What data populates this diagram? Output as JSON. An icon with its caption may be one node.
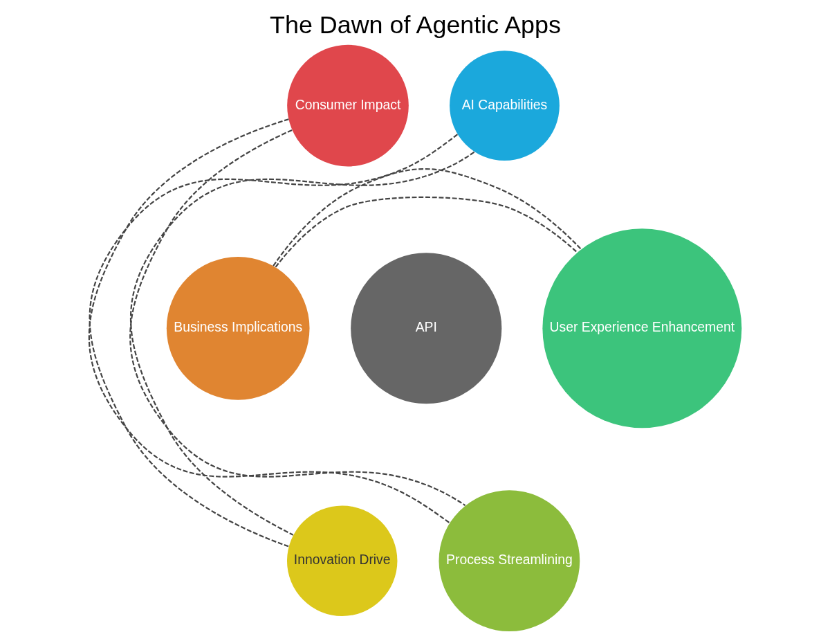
{
  "diagram": {
    "title": "The Dawn of Agentic Apps",
    "nodes": [
      {
        "text": [
          "Consumer Impact"
        ]
      },
      {
        "text": [
          "AI Capabilities"
        ]
      },
      {
        "text": [
          "Business Implications"
        ]
      },
      {
        "text": [
          "API"
        ]
      },
      {
        "text": [
          "User Experience Enhancement"
        ]
      },
      {
        "text": [
          "Innovation Drive"
        ]
      },
      {
        "text": [
          "Process Streamlining"
        ]
      }
    ],
    "edges": [
      {
        "from": 0,
        "to": 6,
        "arrow": "none",
        "style": "dashed"
      },
      {
        "from": 0,
        "to": 6,
        "arrow": "none",
        "style": "dashed"
      },
      {
        "from": 1,
        "to": 5,
        "arrow": "none",
        "style": "dashed"
      },
      {
        "from": 1,
        "to": 5,
        "arrow": "none",
        "style": "dashed"
      },
      {
        "from": 2,
        "to": 4,
        "arrow": "none",
        "style": "dashed"
      },
      {
        "from": 2,
        "to": 4,
        "arrow": "none",
        "style": "dashed"
      }
    ]
  }
}
